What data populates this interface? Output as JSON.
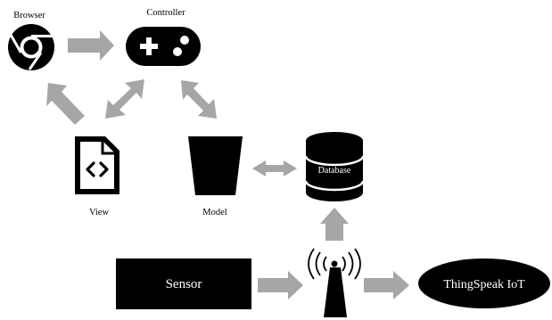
{
  "colors": {
    "arrow": "#a6a6a6",
    "shape": "#000000",
    "text_on_shape": "#ffffff",
    "background": "#ffffff"
  },
  "nodes": {
    "browser": {
      "label": "Browser",
      "icon": "chrome-icon"
    },
    "controller": {
      "label": "Controller",
      "icon": "gamepad-icon"
    },
    "view": {
      "label": "View",
      "icon": "code-file-icon"
    },
    "model": {
      "label": "Model",
      "icon": "bucket-icon"
    },
    "database": {
      "label": "Database",
      "icon": "database-icon"
    },
    "sensor": {
      "label": "Sensor"
    },
    "antenna": {
      "icon": "antenna-tower-icon"
    },
    "thingspeak": {
      "label": "ThingSpeak IoT"
    }
  }
}
